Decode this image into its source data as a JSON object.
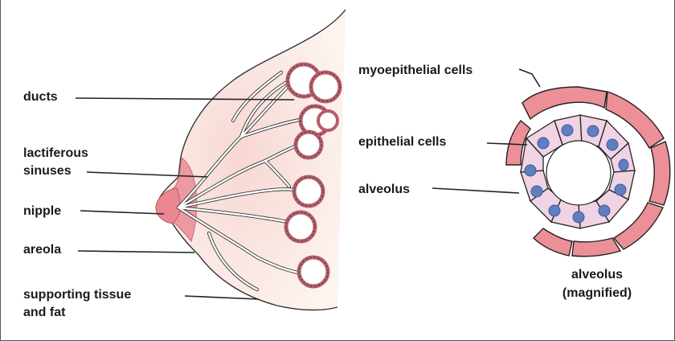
{
  "labels": {
    "ducts": "ducts",
    "lactiferous_1": "lactiferous",
    "lactiferous_2": "sinuses",
    "nipple": "nipple",
    "areola": "areola",
    "supporting_1": "supporting tissue",
    "supporting_2": "and fat",
    "myoepithelial": "myoepithelial cells",
    "epithelial": "epithelial cells",
    "alveolus": "alveolus",
    "magnified_1": "alveolus",
    "magnified_2": "(magnified)"
  },
  "colors": {
    "outline": "#222222",
    "pink": "#e9838e",
    "pink_light": "#f7dfdf",
    "tissue": "#fbeee9",
    "cell_fill": "#f0d4e4",
    "nucleus": "#5f7fc0",
    "myo": "#ec8f96"
  }
}
